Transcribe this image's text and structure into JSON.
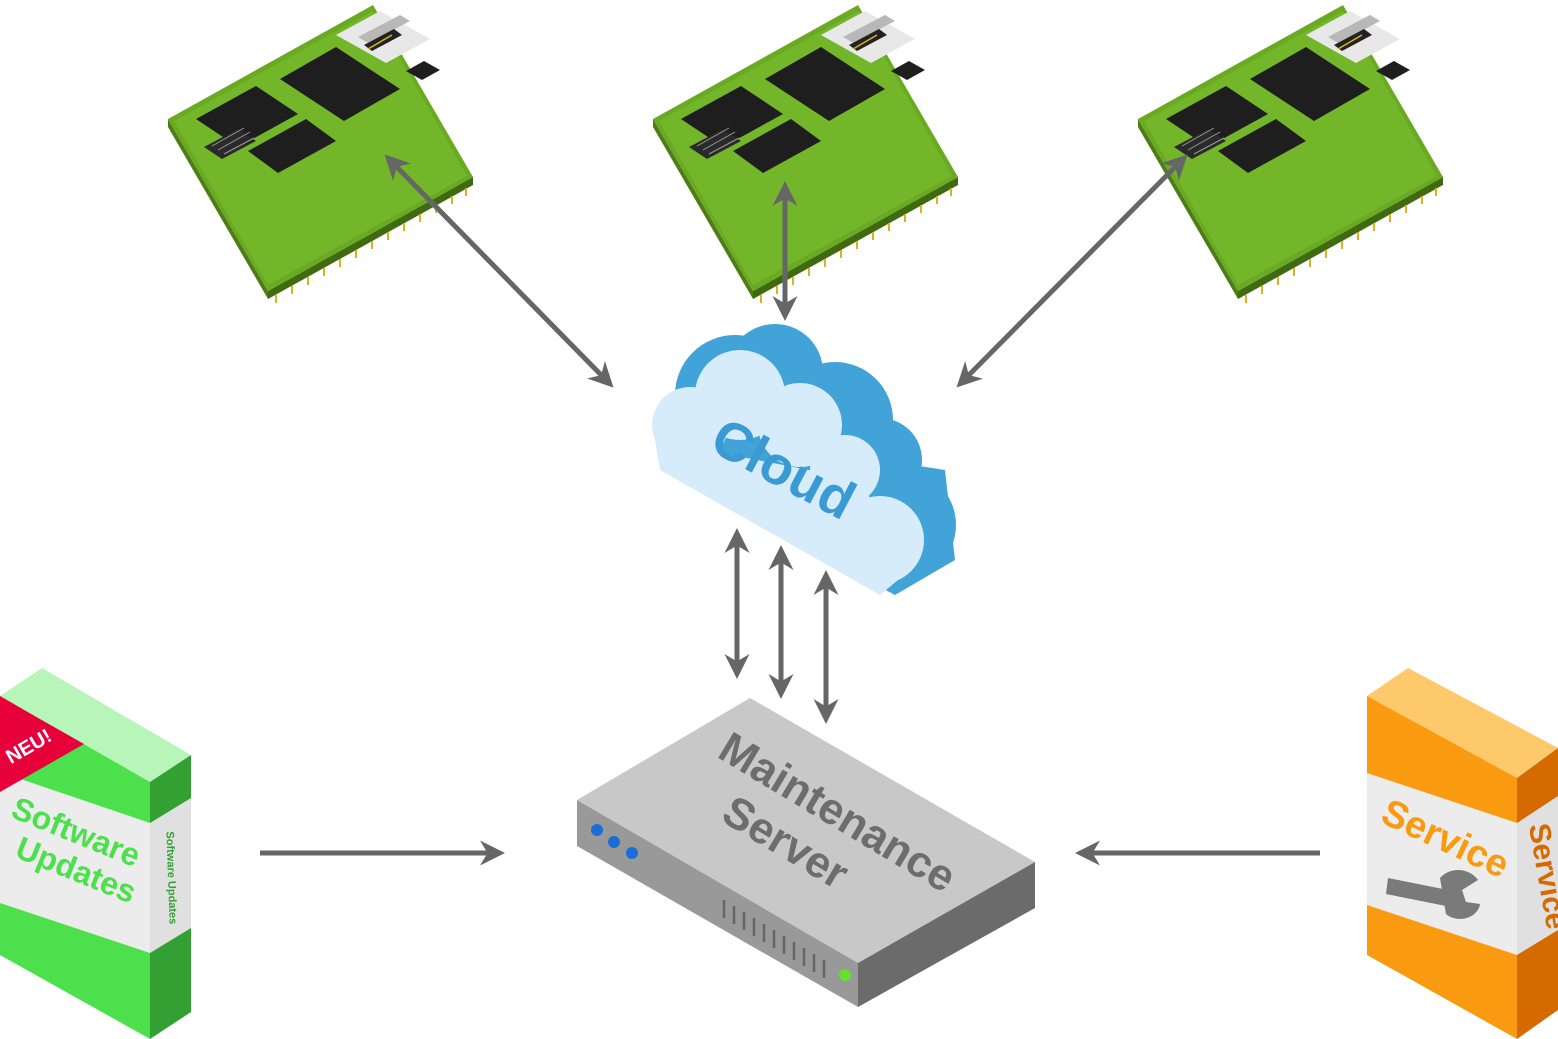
{
  "cloud": {
    "label": "Cloud"
  },
  "server": {
    "line1": "Maintenance",
    "line2": "Server"
  },
  "software_box": {
    "badge": "NEU!",
    "front_line1": "Software",
    "front_line2": "Updates",
    "side_label": "Software Updates"
  },
  "service_box": {
    "front_label": "Service",
    "side_label": "Service"
  },
  "colors": {
    "pcb_green": "#6aaa22",
    "cloud_blue": "#42a3d8",
    "cloud_light": "#d6ecfa",
    "software_green": "#4cdf4c",
    "service_orange": "#fa9a10",
    "arrow_gray": "#666666",
    "server_gray": "#c8c8c8",
    "badge_red": "#e8003a"
  },
  "icons": [
    "circuit-board-icon",
    "cloud-icon",
    "server-icon",
    "software-box-icon",
    "service-box-icon",
    "wrench-icon"
  ]
}
